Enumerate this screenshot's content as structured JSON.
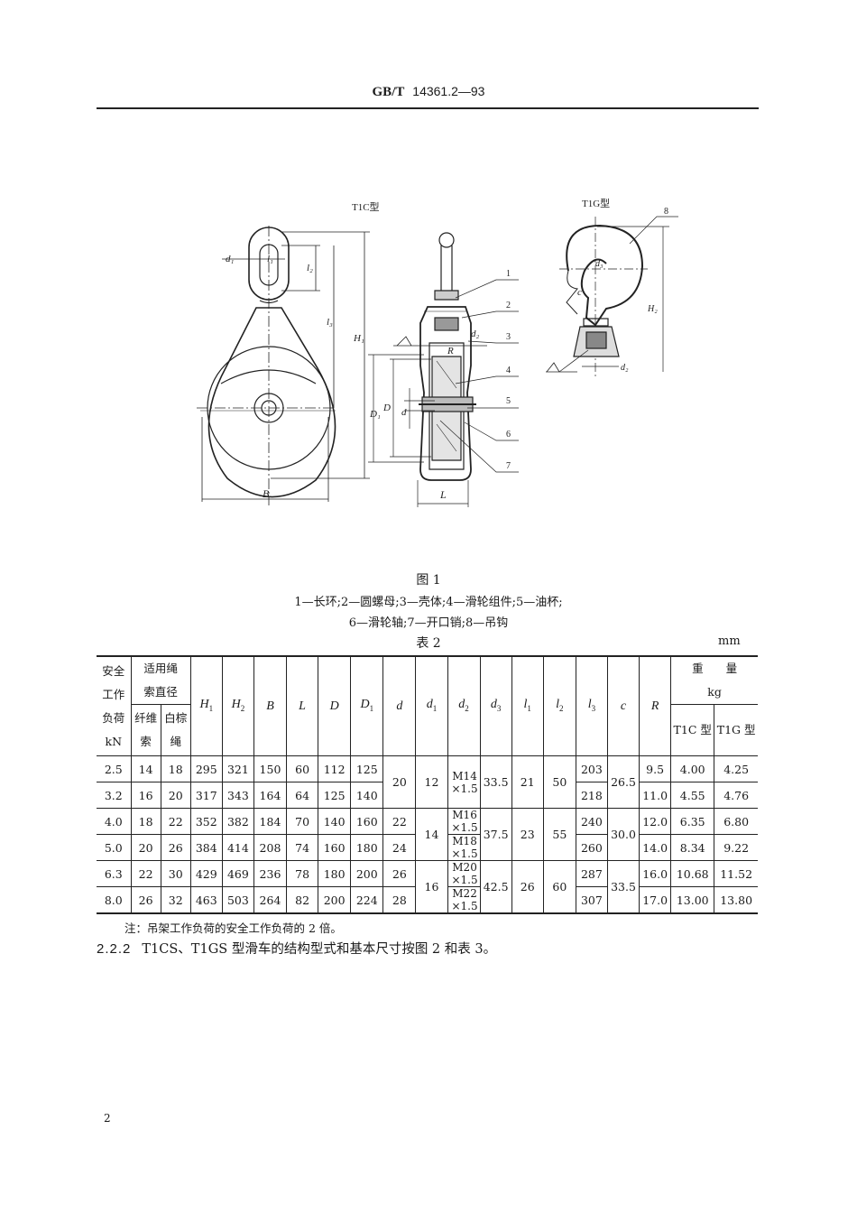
{
  "header": {
    "standard_prefix": "GB/T",
    "standard_number": "14361.2—93"
  },
  "figure": {
    "labels": {
      "t1c": "T1C型",
      "t1g": "T1G型",
      "dims": {
        "d1": "d₁",
        "l1": "l₁",
        "l2": "l₂",
        "l3": "l₃",
        "H1": "H₁",
        "H2": "H₂",
        "D1": "D₁",
        "D": "D",
        "d": "d",
        "d2": "d₂",
        "d3": "d₃",
        "R": "R",
        "B": "B",
        "L": "L",
        "c": "c"
      },
      "callouts": [
        "1",
        "2",
        "3",
        "4",
        "5",
        "6",
        "7",
        "8"
      ]
    },
    "title": "图 1",
    "legend_line1": "1—长环;2—圆螺母;3—壳体;4—滑轮组件;5—油杯;",
    "legend_line2": "6—滑轮轴;7—开口销;8—吊钩"
  },
  "table": {
    "title": "表 2",
    "unit": "mm",
    "headers": {
      "load": [
        "安全",
        "工作",
        "负荷",
        "kN"
      ],
      "rope_group": [
        "适用绳",
        "索直径"
      ],
      "rope_fiber": [
        "纤维",
        "索"
      ],
      "rope_palm": [
        "白棕",
        "绳"
      ],
      "H1": "H",
      "H1_sub": "1",
      "H2": "H",
      "H2_sub": "2",
      "B": "B",
      "L": "L",
      "D": "D",
      "D1": "D",
      "D1_sub": "1",
      "d": "d",
      "d1": "d",
      "d1_sub": "1",
      "d2": "d",
      "d2_sub": "2",
      "d3": "d",
      "d3_sub": "3",
      "l1": "l",
      "l1_sub": "1",
      "l2": "l",
      "l2_sub": "2",
      "l3": "l",
      "l3_sub": "3",
      "c": "c",
      "R": "R",
      "weight_group": [
        "重　　量",
        "kg"
      ],
      "weight_t1c": "T1C 型",
      "weight_t1g": "T1G 型"
    },
    "rows": [
      {
        "load": "2.5",
        "fiber": "14",
        "palm": "18",
        "H1": "295",
        "H2": "321",
        "B": "150",
        "L": "60",
        "D": "112",
        "D1": "125",
        "l3": "203",
        "R": "9.5",
        "w_t1c": "4.00",
        "w_t1g": "4.25"
      },
      {
        "load": "3.2",
        "fiber": "16",
        "palm": "20",
        "H1": "317",
        "H2": "343",
        "B": "164",
        "L": "64",
        "D": "125",
        "D1": "140",
        "l3": "218",
        "R": "11.0",
        "w_t1c": "4.55",
        "w_t1g": "4.76"
      },
      {
        "load": "4.0",
        "fiber": "18",
        "palm": "22",
        "H1": "352",
        "H2": "382",
        "B": "184",
        "L": "70",
        "D": "140",
        "D1": "160",
        "d": "22",
        "d2a": "M16",
        "d2b": "×1.5",
        "l3": "240",
        "R": "12.0",
        "w_t1c": "6.35",
        "w_t1g": "6.80"
      },
      {
        "load": "5.0",
        "fiber": "20",
        "palm": "26",
        "H1": "384",
        "H2": "414",
        "B": "208",
        "L": "74",
        "D": "160",
        "D1": "180",
        "d": "24",
        "d2a": "M18",
        "d2b": "×1.5",
        "l3": "260",
        "R": "14.0",
        "w_t1c": "8.34",
        "w_t1g": "9.22"
      },
      {
        "load": "6.3",
        "fiber": "22",
        "palm": "30",
        "H1": "429",
        "H2": "469",
        "B": "236",
        "L": "78",
        "D": "180",
        "D1": "200",
        "d": "26",
        "d2a": "M20",
        "d2b": "×1.5",
        "l3": "287",
        "R": "16.0",
        "w_t1c": "10.68",
        "w_t1g": "11.52"
      },
      {
        "load": "8.0",
        "fiber": "26",
        "palm": "32",
        "H1": "463",
        "H2": "503",
        "B": "264",
        "L": "82",
        "D": "200",
        "D1": "224",
        "d": "28",
        "d2a": "M22",
        "d2b": "×1.5",
        "l3": "307",
        "R": "17.0",
        "w_t1c": "13.00",
        "w_t1g": "13.80"
      }
    ],
    "merged": {
      "g1": {
        "d": "20",
        "d1": "12",
        "d2a": "M14",
        "d2b": "×1.5",
        "d3": "33.5",
        "l1": "21",
        "l2": "50",
        "c": "26.5"
      },
      "g2": {
        "d1": "14",
        "d3": "37.5",
        "l1": "23",
        "l2": "55",
        "c": "30.0"
      },
      "g3": {
        "d1": "16",
        "d3": "42.5",
        "l1": "26",
        "l2": "60",
        "c": "33.5"
      }
    },
    "note": "注：吊架工作负荷的安全工作负荷的 2 倍。"
  },
  "section": {
    "number": "2.2.2",
    "text": "T1CS、T1GS 型滑车的结构型式和基本尺寸按图 2 和表 3。"
  },
  "page_number": "2"
}
